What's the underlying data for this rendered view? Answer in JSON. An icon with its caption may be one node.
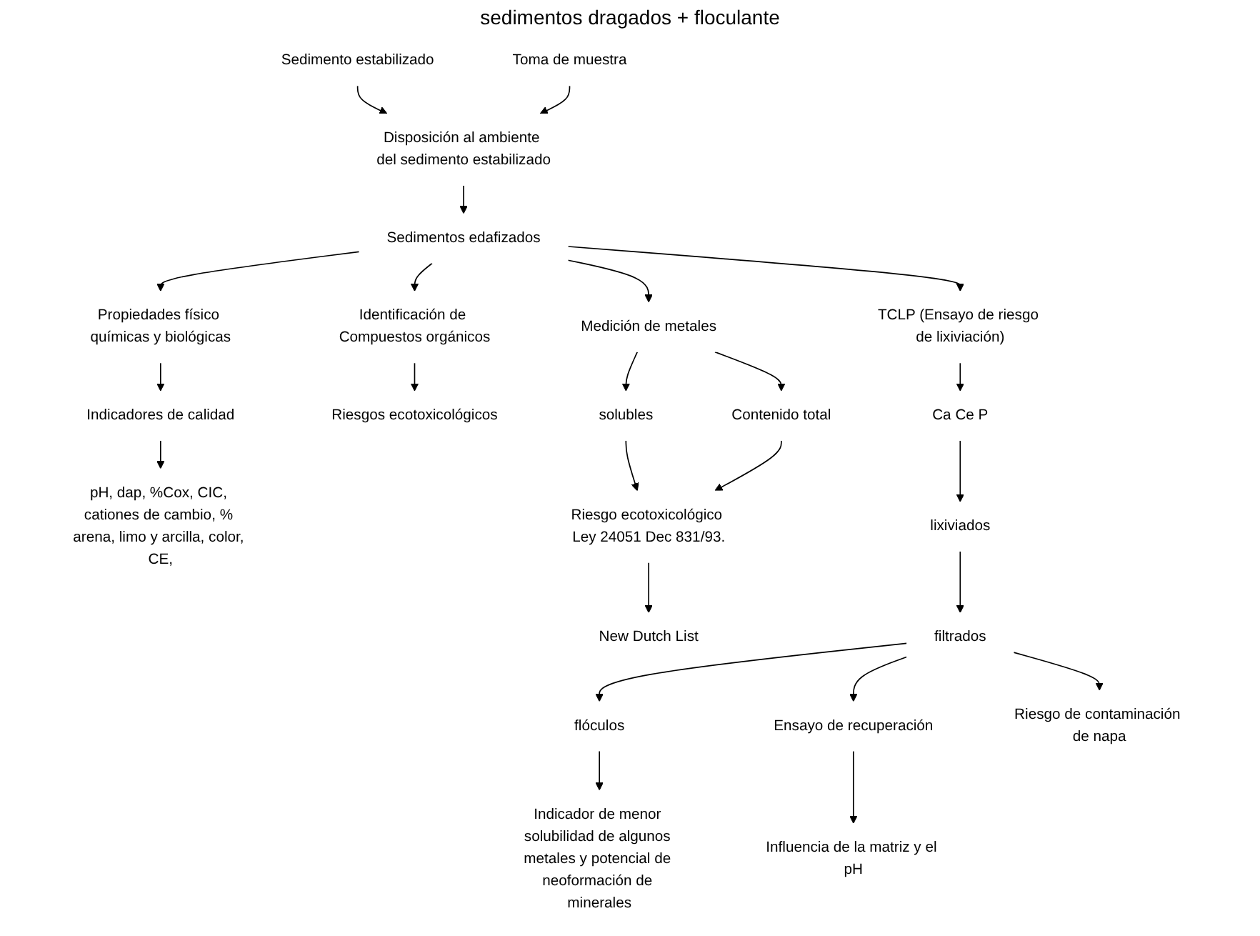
{
  "diagram": {
    "nodes": [
      {
        "text": [
          "Sedimento estabilizado"
        ]
      },
      {
        "text": [
          "Disposición al ambiente del sedimento estabilizado"
        ]
      },
      {
        "text": [
          "Toma de muestra"
        ]
      },
      {
        "text": [
          "Sedimentos edafizados"
        ]
      },
      {
        "text": [
          "Propiedades físico químicas y biológicas"
        ]
      },
      {
        "text": [
          "Indicadores de calidad"
        ]
      },
      {
        "text": [
          "pH, dap, %Cox, CIC, cationes de cambio, % arena, limo y arcilla, color, CE,"
        ]
      },
      {
        "text": [
          "Medición de metales"
        ]
      },
      {
        "text": [
          "TCLP (Ensayo de riesgo de lixiviación)"
        ]
      },
      {
        "text": [
          "Identificación de Compuestos orgánicos"
        ]
      },
      {
        "text": [
          "Riesgos ecotoxicológicos"
        ]
      },
      {
        "text": [
          "Contenido total"
        ]
      },
      {
        "text": [
          "solubles"
        ]
      },
      {
        "text": [
          "Riesgo ecotoxicológico Ley 24051 Dec 831/93."
        ]
      },
      {
        "text": [
          "New Dutch List"
        ]
      },
      {
        "text": [
          "Ca Ce P"
        ]
      },
      {
        "text": [
          "lixiviados"
        ]
      },
      {
        "text": [
          "filtrados"
        ]
      },
      {
        "text": [
          "flóculos"
        ]
      },
      {
        "text": [
          "Indicador de menor solubilidad de algunos metales y potencial de neoformación de minerales"
        ]
      },
      {
        "text": [
          "Ensayo de recuperación"
        ]
      },
      {
        "text": [
          "Influencia de la matriz y el pH"
        ]
      },
      {
        "text": [
          "Riesgo de contaminación de napa"
        ]
      }
    ],
    "edges": [
      {
        "from": 0,
        "to": 1,
        "arrow": "to"
      },
      {
        "from": 2,
        "to": 1,
        "arrow": "to"
      },
      {
        "from": 1,
        "to": 3,
        "arrow": "to"
      },
      {
        "from": 3,
        "to": 4,
        "arrow": "to"
      },
      {
        "from": 4,
        "to": 5,
        "arrow": "to"
      },
      {
        "from": 5,
        "to": 6,
        "arrow": "to"
      },
      {
        "from": 3,
        "to": 7,
        "arrow": "to"
      },
      {
        "from": 3,
        "to": 8,
        "arrow": "to"
      },
      {
        "from": 3,
        "to": 9,
        "arrow": "to"
      },
      {
        "from": 9,
        "to": 10,
        "arrow": "to"
      },
      {
        "from": 7,
        "to": 11,
        "arrow": "to"
      },
      {
        "from": 7,
        "to": 12,
        "arrow": "to"
      },
      {
        "from": 12,
        "to": 13,
        "arrow": "to"
      },
      {
        "from": 11,
        "to": 13,
        "arrow": "to"
      },
      {
        "from": 13,
        "to": 14,
        "arrow": "to"
      },
      {
        "from": 8,
        "to": 15,
        "arrow": "to"
      },
      {
        "from": 15,
        "to": 16,
        "arrow": "to"
      },
      {
        "from": 16,
        "to": 17,
        "arrow": "to"
      },
      {
        "from": 17,
        "to": 18,
        "arrow": "to"
      },
      {
        "from": 17,
        "to": 20,
        "arrow": "to"
      },
      {
        "from": 17,
        "to": 22,
        "arrow": "to"
      },
      {
        "from": 18,
        "to": 19,
        "arrow": "to"
      },
      {
        "from": 20,
        "to": 21,
        "arrow": "to"
      }
    ],
    "labels": [
      "sedimentos dragados + floculante"
    ]
  }
}
